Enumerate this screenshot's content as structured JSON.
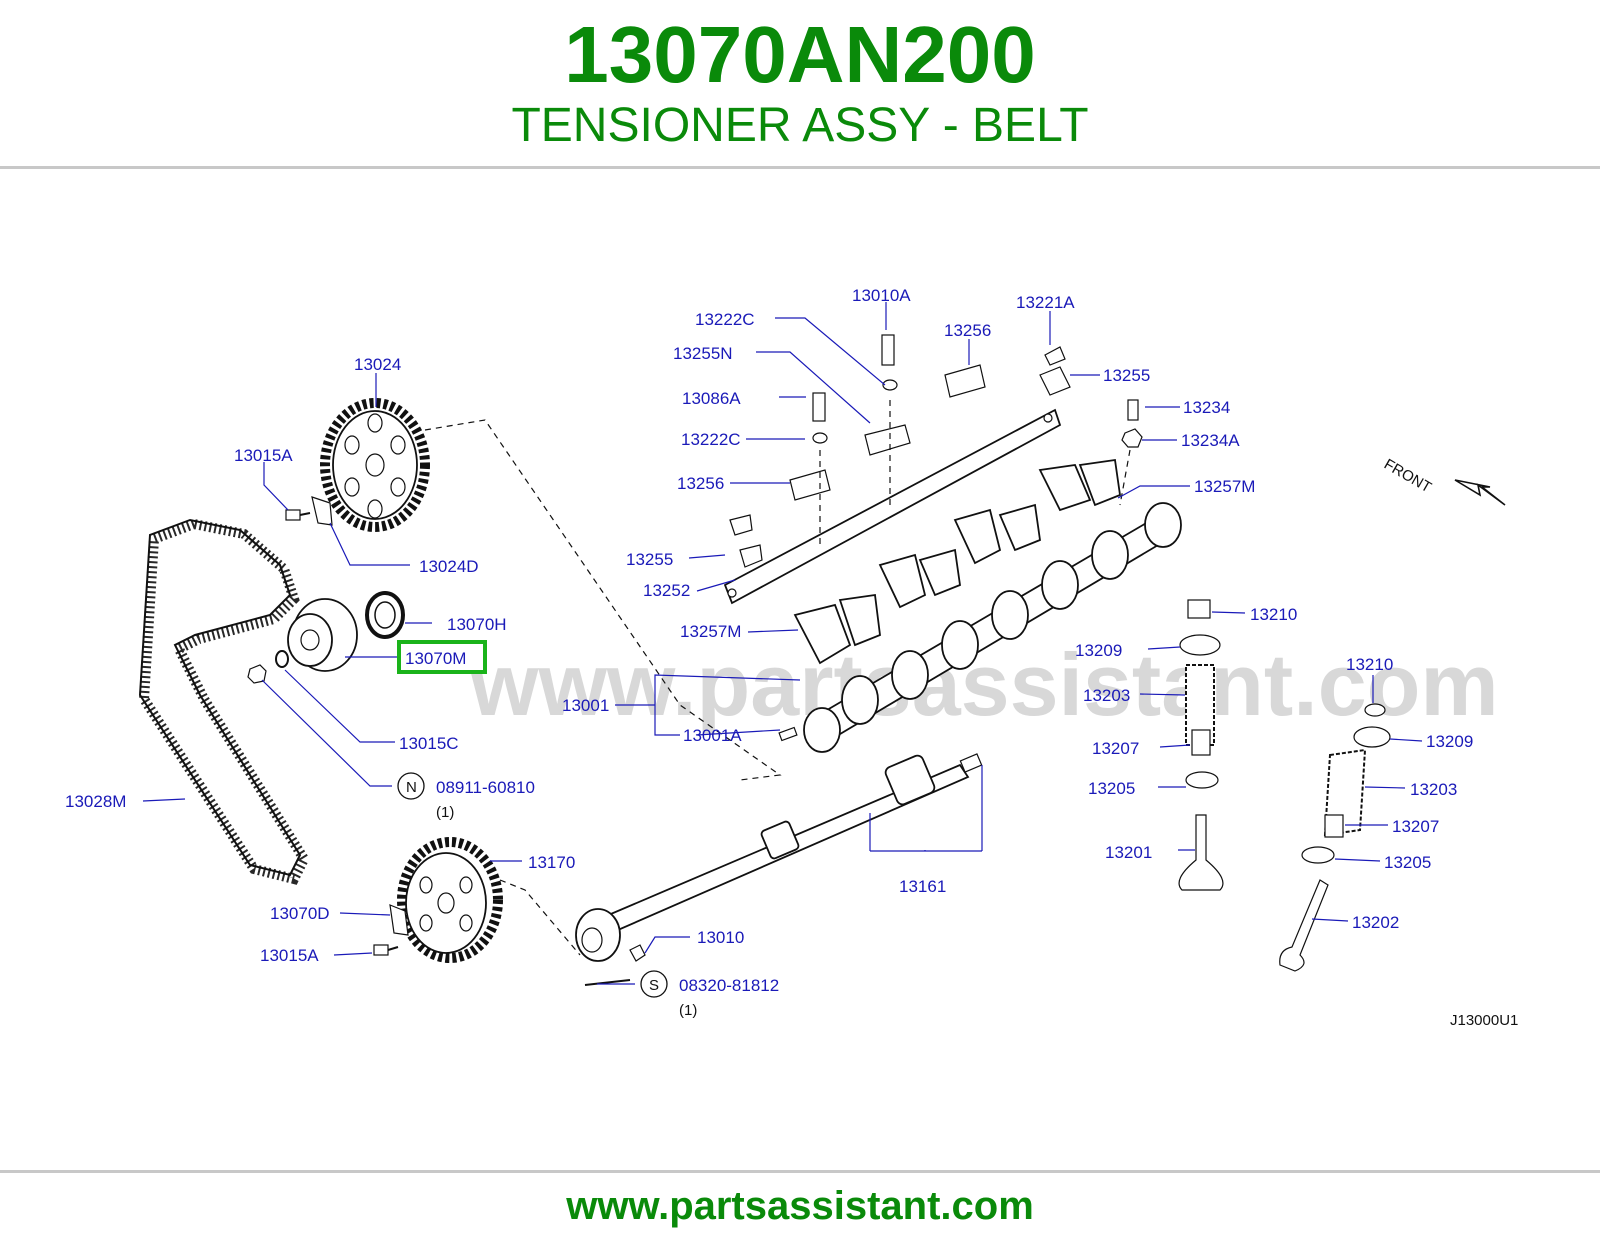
{
  "header": {
    "part_number": "13070AN200",
    "part_name": "TENSIONER ASSY - BELT"
  },
  "watermark": "www.partsassistant.com",
  "highlight_color": "#1ab31a",
  "brand_color": "#0a8a0a",
  "label_color": "#1a1ab8",
  "diagram": {
    "front_label": "FRONT",
    "diagram_code": "J13000U1",
    "highlighted_label": "13070M",
    "labels": {
      "l13024": "13024",
      "l13015A_top": "13015A",
      "l13024D": "13024D",
      "l13070H": "13070H",
      "l13070M": "13070M",
      "l13015C": "13015C",
      "l08911": "08911-60810",
      "l08911_qty": "(1)",
      "l08911_sym": "N",
      "l13028M": "13028M",
      "l13170": "13170",
      "l13070D": "13070D",
      "l13015A_bot": "13015A",
      "l13010": "13010",
      "l08320": "08320-81812",
      "l08320_qty": "(1)",
      "l08320_sym": "S",
      "l13161": "13161",
      "l13001": "13001",
      "l13001A": "13001A",
      "l13257M_left": "13257M",
      "l13252": "13252",
      "l13255_left": "13255",
      "l13256_left": "13256",
      "l13222C_mid": "13222C",
      "l13086A": "13086A",
      "l13255N": "13255N",
      "l13222C_top": "13222C",
      "l13010A": "13010A",
      "l13256_top": "13256",
      "l13221A": "13221A",
      "l13255_right": "13255",
      "l13234": "13234",
      "l13234A": "13234A",
      "l13257M_right": "13257M",
      "l13210_a": "13210",
      "l13209_a": "13209",
      "l13203_a": "13203",
      "l13207_a": "13207",
      "l13205_a": "13205",
      "l13201": "13201",
      "l13210_b": "13210",
      "l13209_b": "13209",
      "l13203_b": "13203",
      "l13207_b": "13207",
      "l13205_b": "13205",
      "l13202": "13202"
    }
  },
  "footer": {
    "url": "www.partsassistant.com"
  }
}
